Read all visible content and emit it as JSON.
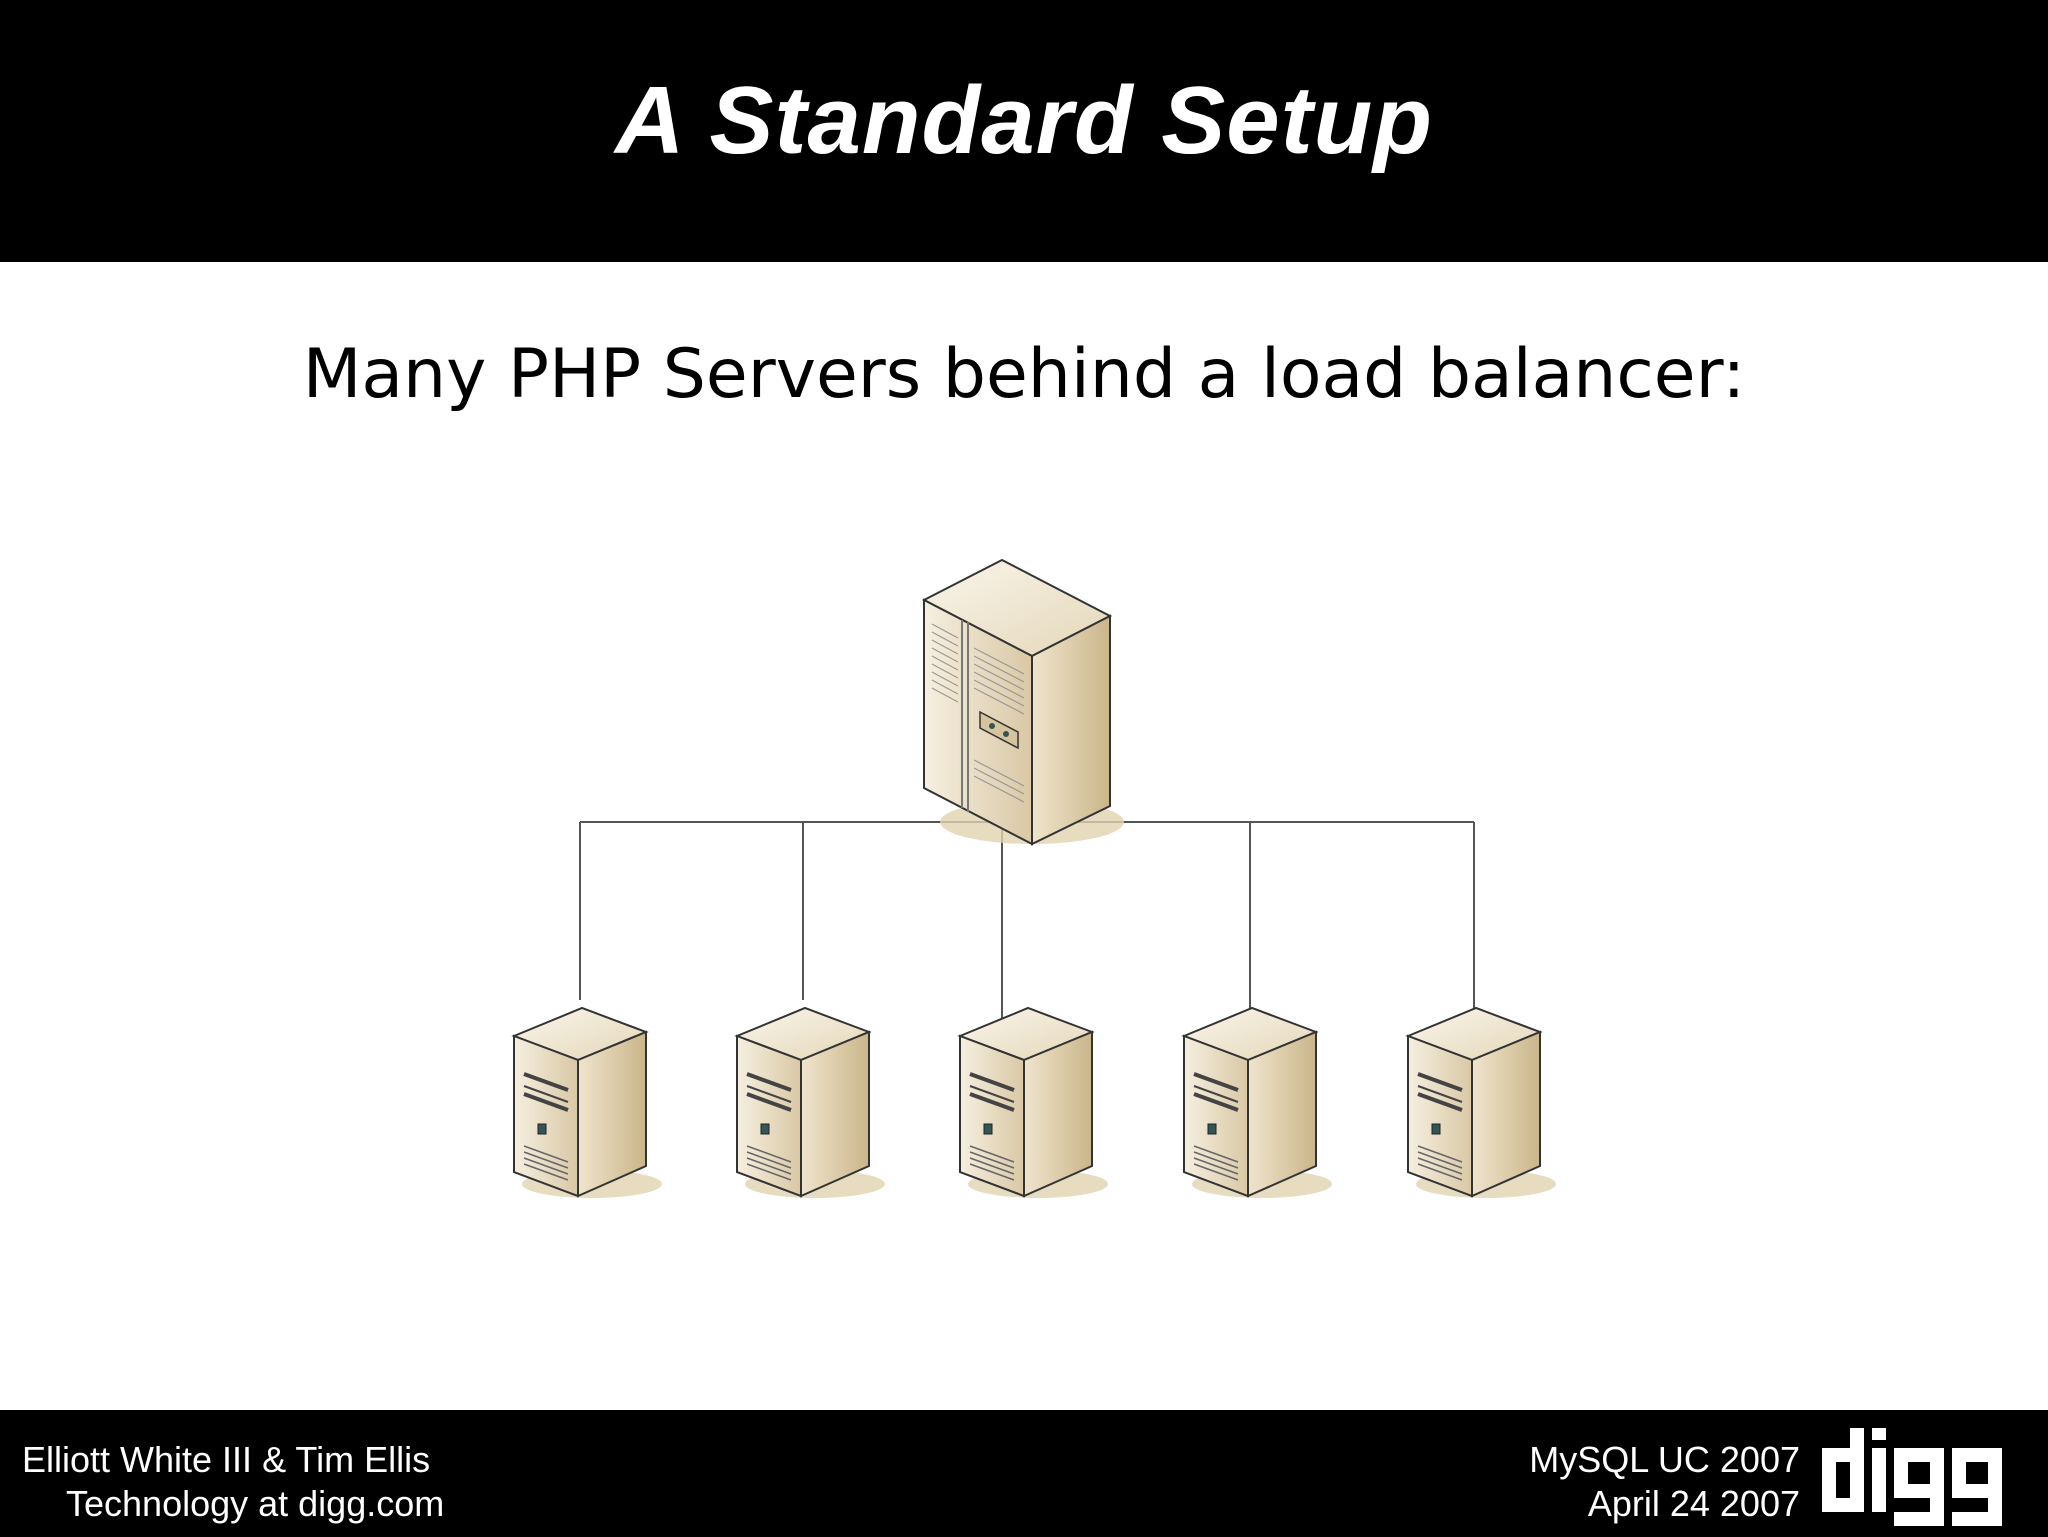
{
  "slide": {
    "title": "A Standard Setup",
    "subtitle": "Many PHP Servers behind a load balancer:"
  },
  "diagram": {
    "top_node": {
      "icon": "server-tower-icon"
    },
    "child_nodes": [
      {
        "icon": "server-icon"
      },
      {
        "icon": "server-icon"
      },
      {
        "icon": "server-icon"
      },
      {
        "icon": "server-icon"
      },
      {
        "icon": "server-icon"
      }
    ]
  },
  "footer": {
    "left_line1": "Elliott White III & Tim Ellis",
    "left_line2": "Technology at digg.com",
    "right_line1": "MySQL UC 2007",
    "right_line2": "April 24 2007",
    "logo_text": "digg"
  },
  "colors": {
    "bar": "#000000",
    "server_body": "#e9dcc2",
    "server_shadow": "#d8c7a1"
  }
}
